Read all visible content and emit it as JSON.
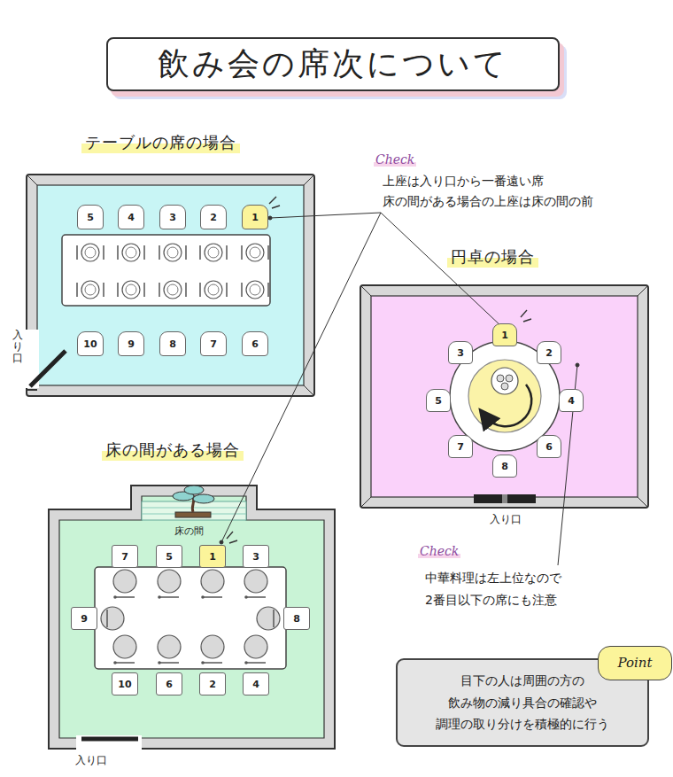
{
  "diagram": {
    "title": "飲み会の席次について",
    "nodes": [
      {
        "text": [
          "飲み会の席次について"
        ]
      },
      {
        "text": [
          "テーブルの席の場合"
        ]
      },
      {
        "text": [
          "5"
        ],
        "in": 1
      },
      {
        "text": [
          "4"
        ],
        "in": 1
      },
      {
        "text": [
          "3"
        ],
        "in": 1
      },
      {
        "text": [
          "2"
        ],
        "in": 1
      },
      {
        "text": [
          "1"
        ],
        "in": 1
      },
      {
        "text": [
          "10"
        ],
        "in": 1
      },
      {
        "text": [
          "9"
        ],
        "in": 1
      },
      {
        "text": [
          "8"
        ],
        "in": 1
      },
      {
        "text": [
          "7"
        ],
        "in": 1
      },
      {
        "text": [
          "6"
        ],
        "in": 1
      },
      {
        "text": [
          "円卓の場合"
        ]
      },
      {
        "text": [
          "1"
        ],
        "in": 12
      },
      {
        "text": [
          "3"
        ],
        "in": 12
      },
      {
        "text": [
          "2"
        ],
        "in": 12
      },
      {
        "text": [
          "5"
        ],
        "in": 12
      },
      {
        "text": [
          "4"
        ],
        "in": 12
      },
      {
        "text": [
          "7"
        ],
        "in": 12
      },
      {
        "text": [
          "6"
        ],
        "in": 12
      },
      {
        "text": [
          "8"
        ],
        "in": 12
      },
      {
        "text": [
          "床の間がある場合"
        ]
      },
      {
        "text": [
          "7"
        ],
        "in": 21
      },
      {
        "text": [
          "5"
        ],
        "in": 21
      },
      {
        "text": [
          "1"
        ],
        "in": 21
      },
      {
        "text": [
          "3"
        ],
        "in": 21
      },
      {
        "text": [
          "9"
        ],
        "in": 21
      },
      {
        "text": [
          "8"
        ],
        "in": 21
      },
      {
        "text": [
          "10"
        ],
        "in": 21
      },
      {
        "text": [
          "6"
        ],
        "in": 21
      },
      {
        "text": [
          "2"
        ],
        "in": 21
      },
      {
        "text": [
          "4"
        ],
        "in": 21
      },
      {
        "text": [
          "目下の人は周囲の方の 飲み物の減り具合の確認や 調理の取り分けを積極的に行う"
        ]
      },
      {
        "text": [
          "Point"
        ],
        "in": 32
      }
    ],
    "edges": [],
    "labels": [
      "Check",
      "上座は入り口から一番遠い席",
      "床の間がある場合の上座は床の間の前",
      "入り口",
      "入り口",
      "床の間",
      "入り口",
      "Check",
      "中華料理は左上位なので 2番目以下の席にも注意"
    ]
  }
}
